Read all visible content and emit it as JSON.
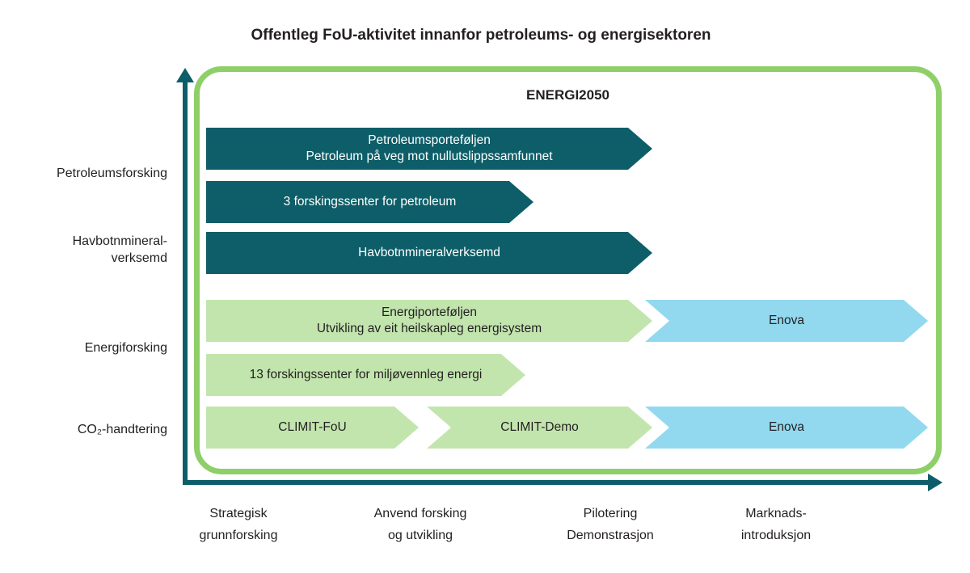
{
  "title": "Offentleg FoU-aktivitet innanfor petroleums- og energisektoren",
  "frame": {
    "label": "ENERGI2050"
  },
  "palette": {
    "dark_teal": "#0d5e68",
    "light_green": "#c2e5ae",
    "light_blue": "#92d9f0",
    "frame_green": "#8ecf68",
    "text_dark": "#231f20",
    "text_light": "#ffffff"
  },
  "arrows": {
    "petroleum_portfolio": {
      "lines": [
        "Petroleumsporteføljen",
        "Petroleum på veg mot nullutslippssamfunnet"
      ],
      "color": "#0d5e68"
    },
    "petroleum_centers": {
      "lines": [
        "3 forskingssenter for petroleum"
      ],
      "color": "#0d5e68"
    },
    "seabed_minerals": {
      "lines": [
        "Havbotnmineralverksemd"
      ],
      "color": "#0d5e68"
    },
    "energy_portfolio": {
      "lines": [
        "Energiporteføljen",
        "Utvikling av eit heilskapleg energisystem"
      ],
      "color": "#c2e5ae"
    },
    "enova_energy": {
      "lines": [
        "Enova"
      ],
      "color": "#92d9f0"
    },
    "energy_centers": {
      "lines": [
        "13 forskingssenter for miljøvennleg energi"
      ],
      "color": "#c2e5ae"
    },
    "climit_fou": {
      "lines": [
        "CLIMIT-FoU"
      ],
      "color": "#c2e5ae"
    },
    "climit_demo": {
      "lines": [
        "CLIMIT-Demo"
      ],
      "color": "#c2e5ae"
    },
    "enova_co2": {
      "lines": [
        "Enova"
      ],
      "color": "#92d9f0"
    }
  },
  "y_axis": {
    "labels": [
      {
        "lines": [
          "Petroleumsforsking",
          ""
        ]
      },
      {
        "lines": [
          "Havbotnmineral-",
          "verksemd"
        ]
      },
      {
        "lines": [
          "Energiforsking",
          ""
        ]
      },
      {
        "lines": [
          "CO₂-handtering",
          ""
        ]
      }
    ]
  },
  "x_axis": {
    "labels": [
      {
        "lines": [
          "Strategisk",
          "grunnforsking"
        ]
      },
      {
        "lines": [
          "Anvend forsking",
          "og utvikling"
        ]
      },
      {
        "lines": [
          "Pilotering",
          "Demonstrasjon"
        ]
      },
      {
        "lines": [
          "Marknads-",
          "introduksjon"
        ]
      }
    ]
  }
}
